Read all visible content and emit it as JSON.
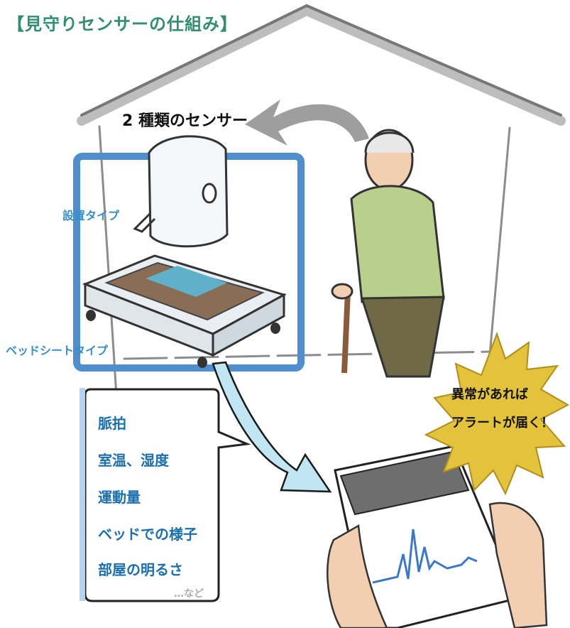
{
  "title": "【見守りセンサーの仕組み】",
  "sensor_caption": "2 種類のセンサー",
  "labels": {
    "placement_type": "設置タイプ",
    "bed_sheet_type": "ベッドシートタイプ"
  },
  "info_list": [
    "脈拍",
    "室温、湿度",
    "運動量",
    "ベッドでの様子",
    "部屋の明るさ"
  ],
  "info_more": "…など",
  "alert_lines": [
    "異常があれば",
    "アラートが届く！"
  ],
  "colors": {
    "title": "#2f8f6e",
    "frame_blue": "#4f8fd0",
    "label_blue": "#3a8fc4",
    "info_text": "#1b6fae",
    "burst": "#e3c23c",
    "roof": "#8a8a8a"
  }
}
